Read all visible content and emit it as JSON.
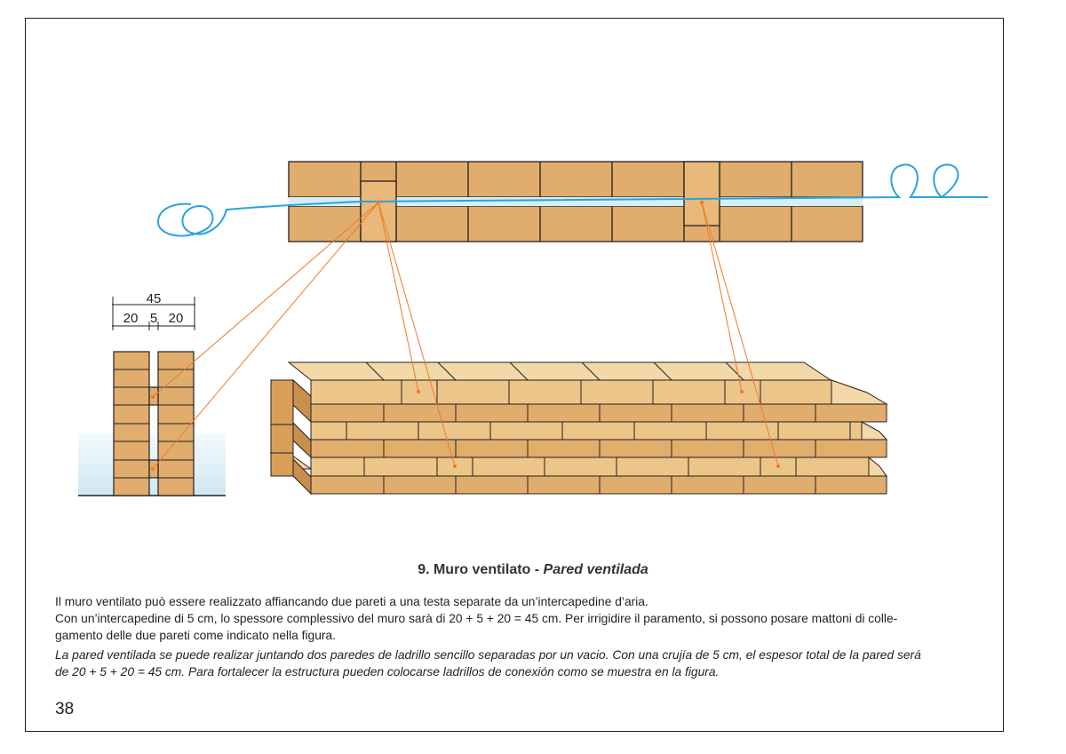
{
  "page": {
    "number": "38"
  },
  "caption": {
    "title_it": "9. Muro ventilato - ",
    "title_es": "Pared ventilada"
  },
  "paragraphs": {
    "it": [
      "Il muro ventilato può essere realizzato affiancando due pareti a una testa separate da un’intercapedine d’aria.",
      "Con un’intercapedine di 5 cm, lo spessore complessivo del muro sarà di 20 + 5 + 20 = 45 cm. Per irrigidire il paramento, si possono posare mattoni di colle-",
      "gamento delle due pareti come indicato nella figura."
    ],
    "es": [
      "La pared ventilada se puede realizar juntando dos paredes de ladrillo sencillo separadas por un vacio. Con una crujía de 5 cm, el espesor total de la pared será",
      "de 20 + 5 + 20 = 45 cm. Para fortalecer la estructura pueden colocarse ladrillos de conexión como se muestra en la figura."
    ]
  },
  "dimensions": {
    "total": "45",
    "left": "20",
    "gap": "5",
    "right": "20"
  },
  "colors": {
    "brick": "#e0ad6d",
    "brick_light": "#ecc589",
    "brick_top": "#f3d8a8",
    "stroke": "#231f20",
    "air": "#2aa3dc",
    "leader": "#f07a2a",
    "ground": "#d6ecf5"
  }
}
